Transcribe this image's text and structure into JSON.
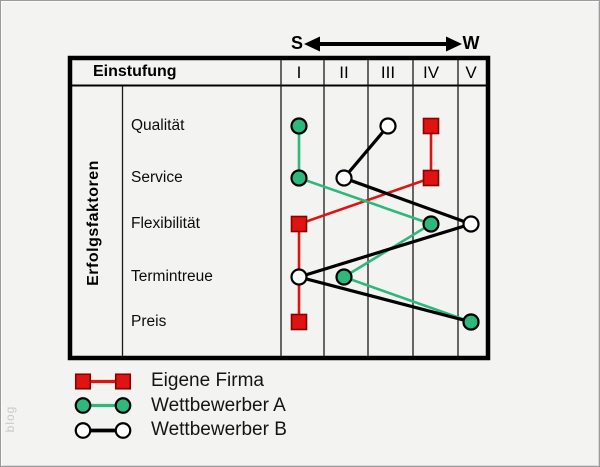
{
  "frame": {
    "watermark": "blog"
  },
  "scale_arrow": {
    "left_label": "S",
    "right_label": "W"
  },
  "table": {
    "header_label": "Einstufung",
    "columns": [
      "I",
      "II",
      "III",
      "IV",
      "V"
    ],
    "row_axis_label": "Erfolgsfaktoren",
    "rows": [
      "Qualität",
      "Service",
      "Flexibilität",
      "Termintreue",
      "Preis"
    ]
  },
  "chart_data": {
    "type": "line",
    "variant": "competitive-profile",
    "categories": [
      "Qualität",
      "Service",
      "Flexibilität",
      "Termintreue",
      "Preis"
    ],
    "category_axis_label": "Erfolgsfaktoren",
    "rating_axis_label": "Einstufung",
    "rating_scale": [
      "I",
      "II",
      "III",
      "IV",
      "V"
    ],
    "scale_endpoints": {
      "left": "S",
      "right": "W"
    },
    "grid": "vertical column lines",
    "legend_position": "bottom-left",
    "series": [
      {
        "id": "eigene-firma",
        "name": "Eigene Firma",
        "marker": "square",
        "color": "#dd1412",
        "marker_stroke": "#8b0000",
        "ratings": [
          4,
          4,
          1,
          1,
          1
        ],
        "marker_visible": [
          true,
          true,
          true,
          false,
          true
        ]
      },
      {
        "id": "wettbewerber-a",
        "name": "Wettbewerber A",
        "marker": "circle",
        "color": "#2db87c",
        "marker_stroke": "#000000",
        "ratings": [
          1,
          1,
          4,
          2,
          5
        ],
        "marker_visible": [
          true,
          true,
          true,
          true,
          true
        ]
      },
      {
        "id": "wettbewerber-b",
        "name": "Wettbewerber B",
        "marker": "circle-open",
        "color": "#000000",
        "fill": "#ffffff",
        "marker_stroke": "#000000",
        "ratings": [
          3,
          2,
          5,
          1,
          5
        ],
        "marker_visible": [
          true,
          true,
          true,
          true,
          true
        ]
      }
    ]
  }
}
